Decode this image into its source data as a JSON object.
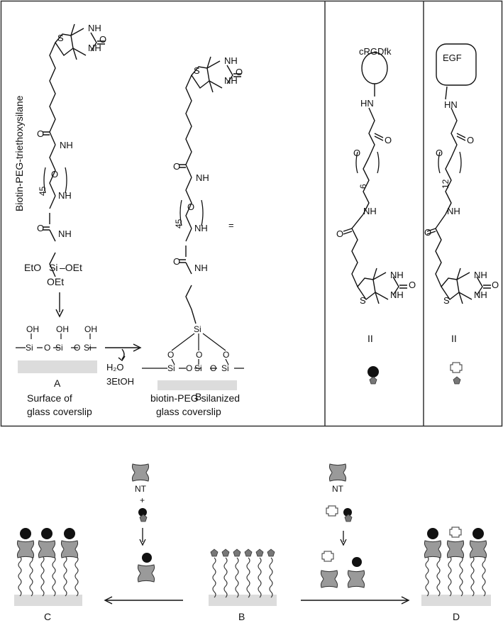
{
  "panel_top": {
    "molecule_left_label": "Biotin-PEG-triethoxysilane",
    "ethoxy": {
      "left": "EtO",
      "si": "Si",
      "right": "–OEt",
      "bottom": "OEt"
    },
    "peg_repeat_count": "45",
    "surface_a_label": "A",
    "surface_a_caption_line1": "Surface of",
    "surface_a_caption_line2": "glass coverslip",
    "byproducts_water": "H₂O",
    "byproducts_ethanol": "3EtOH",
    "surface_b_label": "B",
    "surface_b_caption_line1": "biotin-PEG silanized",
    "surface_b_caption_line2": "glass coverslip",
    "equals_symbol": "="
  },
  "panel_rgd": {
    "ligand_label": "cRGDfk",
    "peg_repeat_count": "6",
    "compound_label": "II"
  },
  "panel_egf": {
    "ligand_label": "EGF",
    "peg_repeat_count": "12",
    "compound_label": "II"
  },
  "chem_atoms": {
    "s": "S",
    "nh": "NH",
    "o": "O",
    "si": "Si",
    "oh": "OH",
    "hn": "HN"
  },
  "bottom_scheme": {
    "left_nt_label": "NT",
    "plus_symbol": "+",
    "right_nt_label": "NT",
    "surface_c_label": "C",
    "surface_b_label": "B",
    "surface_d_label": "D"
  }
}
